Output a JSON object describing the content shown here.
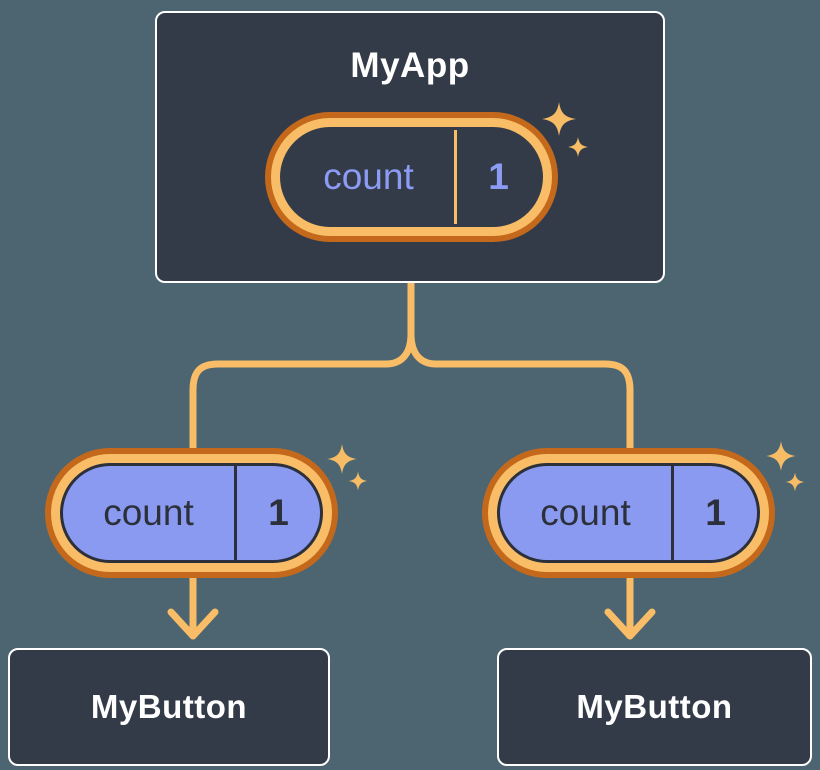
{
  "root": {
    "title": "MyApp",
    "state": {
      "label": "count",
      "value": "1"
    }
  },
  "children": [
    {
      "title": "MyButton",
      "state": {
        "label": "count",
        "value": "1"
      }
    },
    {
      "title": "MyButton",
      "state": {
        "label": "count",
        "value": "1"
      }
    }
  ],
  "icons": {
    "sparkle": "four-pointed-star"
  },
  "colors": {
    "bg": "#4C6570",
    "card": "#343B48",
    "card_border": "#FFFFFF",
    "ring_outer": "#C4691C",
    "ring_inner": "#F8BD66",
    "purple_fill": "#8B9AF1",
    "ink": "#2B303B",
    "lavender": "#8C9BF3",
    "connector": "#F8BD66",
    "sparkle": "#F7BC66",
    "text_white": "#FFFFFF"
  }
}
